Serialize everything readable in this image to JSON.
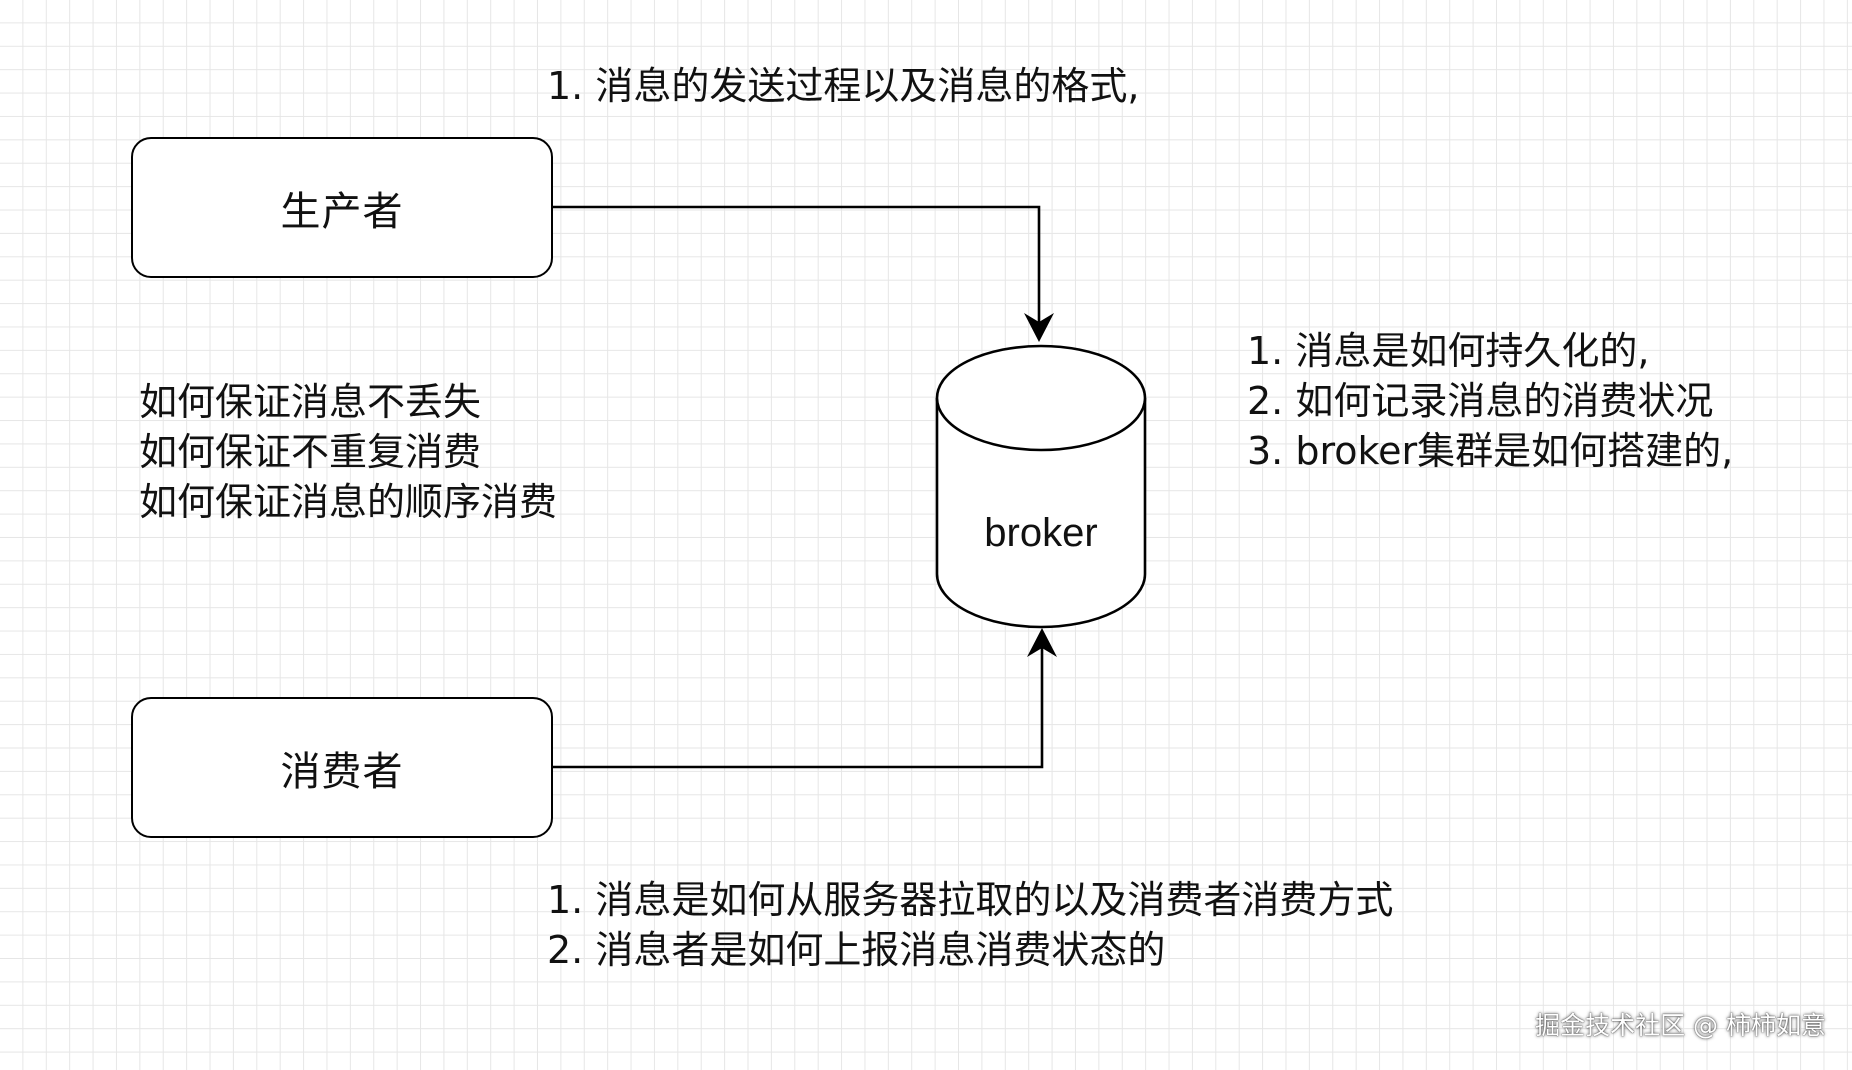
{
  "diagram": {
    "nodes": {
      "producer": {
        "label": "生产者"
      },
      "consumer": {
        "label": "消费者"
      },
      "broker": {
        "label": "broker"
      }
    },
    "notes": {
      "top": [
        "1. 消息的发送过程以及消息的格式,"
      ],
      "left": [
        "如何保证消息不丢失",
        "如何保证不重复消费",
        "如何保证消息的顺序消费"
      ],
      "right": [
        "1. 消息是如何持久化的,",
        "2. 如何记录消息的消费状况",
        "3. broker集群是如何搭建的,"
      ],
      "bottom": [
        "1. 消息是如何从服务器拉取的以及消费者消费方式",
        "2. 消息者是如何上报消息消费状态的"
      ]
    },
    "edges": [
      {
        "from": "producer",
        "to": "broker"
      },
      {
        "from": "consumer",
        "to": "broker"
      }
    ]
  },
  "watermark": "掘金技术社区 @ 柿柿如意",
  "colors": {
    "background": "#ffffff",
    "grid": "#e6e6e6",
    "stroke": "#000000",
    "text": "#111111"
  }
}
